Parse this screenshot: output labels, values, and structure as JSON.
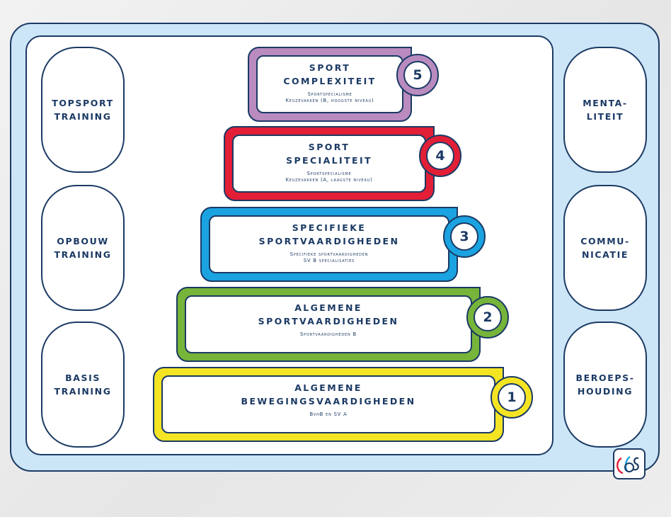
{
  "left_column": [
    {
      "label": "TOPSPORT\nTRAINING"
    },
    {
      "label": "OPBOUW\nTRAINING"
    },
    {
      "label": "BASIS\nTRAINING"
    }
  ],
  "right_column": [
    {
      "label": "MENTA-\nLITEIT"
    },
    {
      "label": "COMMU-\nNICATIE"
    },
    {
      "label": "BEROEPS-\nHOUDING"
    }
  ],
  "steps": [
    {
      "number": "5",
      "title": "SPORT\nCOMPLEXITEIT",
      "subtitle": "Sportspecialisme\nKeuzevakken (B, hoogste niveau)",
      "color": "#b98bbf"
    },
    {
      "number": "4",
      "title": "SPORT\nSPECIALITEIT",
      "subtitle": "Sportspecialisme\nKeuzevakken (A, laagste niveau)",
      "color": "#e21f36"
    },
    {
      "number": "3",
      "title": "SPECIFIEKE\nSPORTVAARDIGHEDEN",
      "subtitle": "Specifieke sportvaardigheden\nSV B specialisaties",
      "color": "#1aa3e0"
    },
    {
      "number": "2",
      "title": "ALGEMENE\nSPORTVAARDIGHEDEN",
      "subtitle": "Sportvaardigheden B",
      "color": "#76b43a"
    },
    {
      "number": "1",
      "title": "ALGEMENE\nBEWEGINGSVAARDIGHEDEN",
      "subtitle": "BvhB en SV A",
      "color": "#f4e424"
    }
  ],
  "colors": {
    "outline": "#1b3a64",
    "frame_fill": "#cce6f7",
    "panel_fill": "#ffffff"
  },
  "logo": {
    "text": "CIOS",
    "icon": "logo-icon"
  }
}
